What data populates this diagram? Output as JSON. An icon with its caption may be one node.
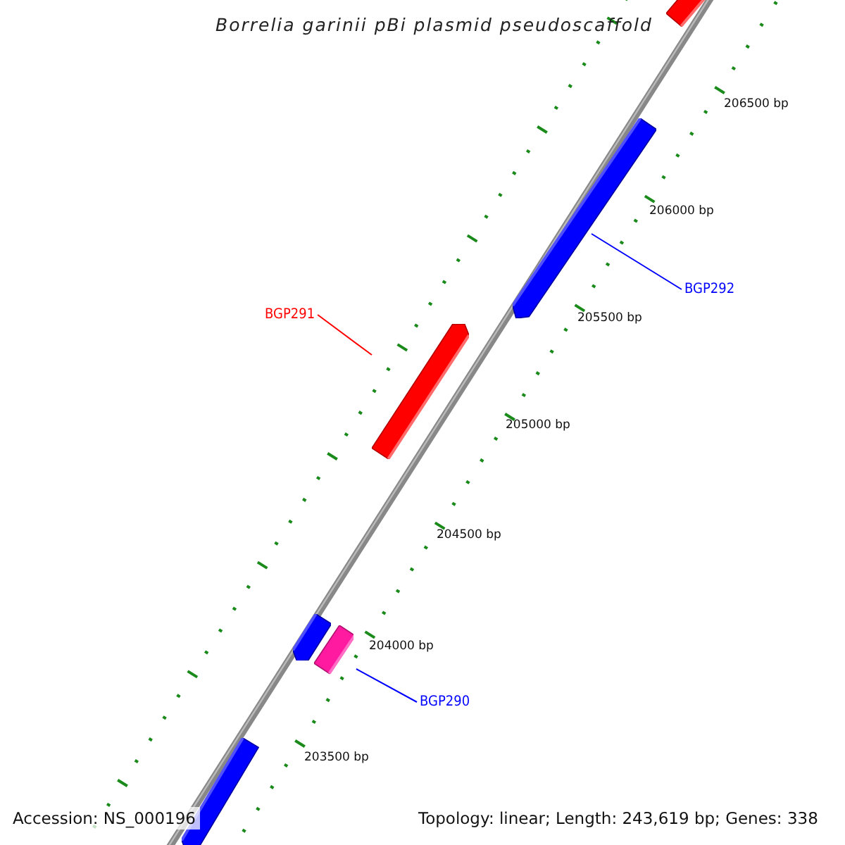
{
  "diagram": {
    "title": "Borrelia garinii pBi plasmid pseudoscaffold",
    "nodes": [
      {
        "text": [],
        "shape": "bar"
      },
      {
        "text": [],
        "shape": "bar"
      },
      {
        "text": [
          "BGP292"
        ]
      },
      {
        "text": [
          "BGP291"
        ]
      },
      {
        "text": [],
        "shape": "bar"
      },
      {
        "text": [],
        "shape": "bar"
      },
      {
        "text": [],
        "shape": "bar"
      },
      {
        "text": [
          "BGP290"
        ]
      },
      {
        "text": [],
        "shape": "bar"
      }
    ],
    "edges": [
      {
        "from": 2,
        "to": 1,
        "arrow": "none"
      },
      {
        "from": 3,
        "to": 4,
        "arrow": "none",
        "color": "#ff0000"
      },
      {
        "from": 7,
        "to": 6,
        "arrow": "none"
      }
    ],
    "labels": [
      "206500 bp",
      "206000 bp",
      "205500 bp",
      "205000 bp",
      "204500 bp",
      "204000 bp",
      "203500 bp",
      "Accession: NS_000196",
      "Topology: linear; Length: 243,619 bp; Genes: 338"
    ]
  }
}
